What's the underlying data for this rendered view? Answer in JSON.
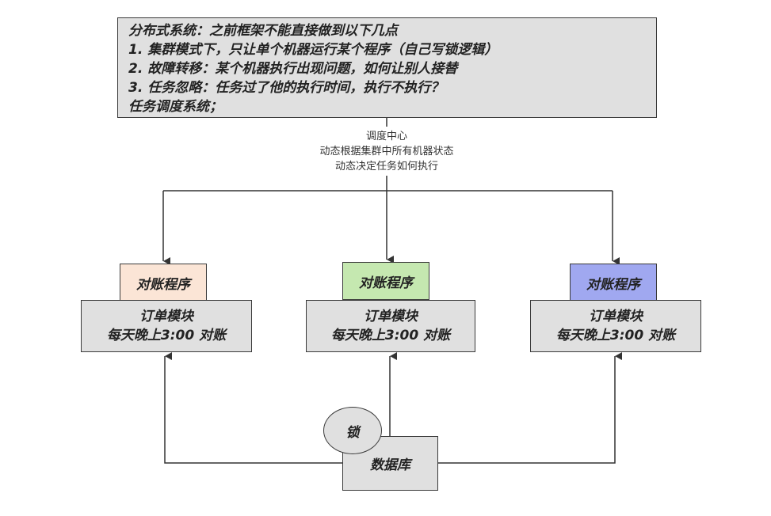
{
  "header": {
    "lines": [
      "分布式系统：之前框架不能直接做到以下几点",
      "1. 集群模式下，只让单个机器运行某个程序（自己写锁逻辑）",
      "2. 故障转移：某个机器执行出现问题，如何让别人接替",
      "3. 任务忽略：任务过了他的执行时间，执行不执行？",
      "任务调度系统；"
    ]
  },
  "scheduler": {
    "lines": [
      "调度中心",
      "动态根据集群中所有机器状态",
      "动态决定任务如何执行"
    ]
  },
  "nodes": [
    {
      "tag": "对账程序",
      "tag_color": "#fbe5d6",
      "module_line1": "订单模块",
      "module_line2": "每天晚上3:00 对账"
    },
    {
      "tag": "对账程序",
      "tag_color": "#c5e8b0",
      "module_line1": "订单模块",
      "module_line2": "每天晚上3:00 对账"
    },
    {
      "tag": "对账程序",
      "tag_color": "#a0a8f0",
      "module_line1": "订单模块",
      "module_line2": "每天晚上3:00 对账"
    }
  ],
  "lock": {
    "label": "锁"
  },
  "database": {
    "label": "数据库"
  }
}
